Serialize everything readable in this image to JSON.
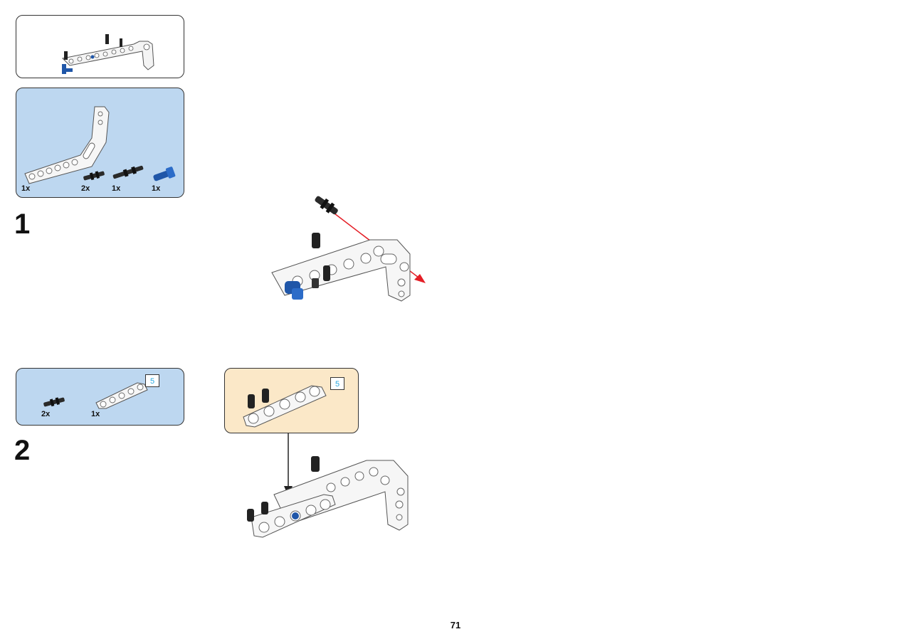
{
  "page": {
    "number": "71"
  },
  "parts_list_1": {
    "items": [
      {
        "name": "bent-beam",
        "qty": "1x"
      },
      {
        "name": "axle-pin-black",
        "qty": "2x"
      },
      {
        "name": "long-pin-black",
        "qty": "1x"
      },
      {
        "name": "blue-axle-pin",
        "qty": "1x"
      }
    ]
  },
  "step1": {
    "number": "1"
  },
  "parts_list_2": {
    "items": [
      {
        "name": "axle-pin-black",
        "qty": "2x"
      },
      {
        "name": "beam-5",
        "qty": "1x"
      }
    ],
    "beam_length": "5"
  },
  "step2": {
    "number": "2",
    "sub_length": "5"
  },
  "colors": {
    "panel_blue": "#bdd7f0",
    "panel_cream": "#fbe8c8",
    "arrow_red": "#e41e26",
    "length_label": "#29a9e1",
    "pin_blue": "#1f56a8"
  }
}
